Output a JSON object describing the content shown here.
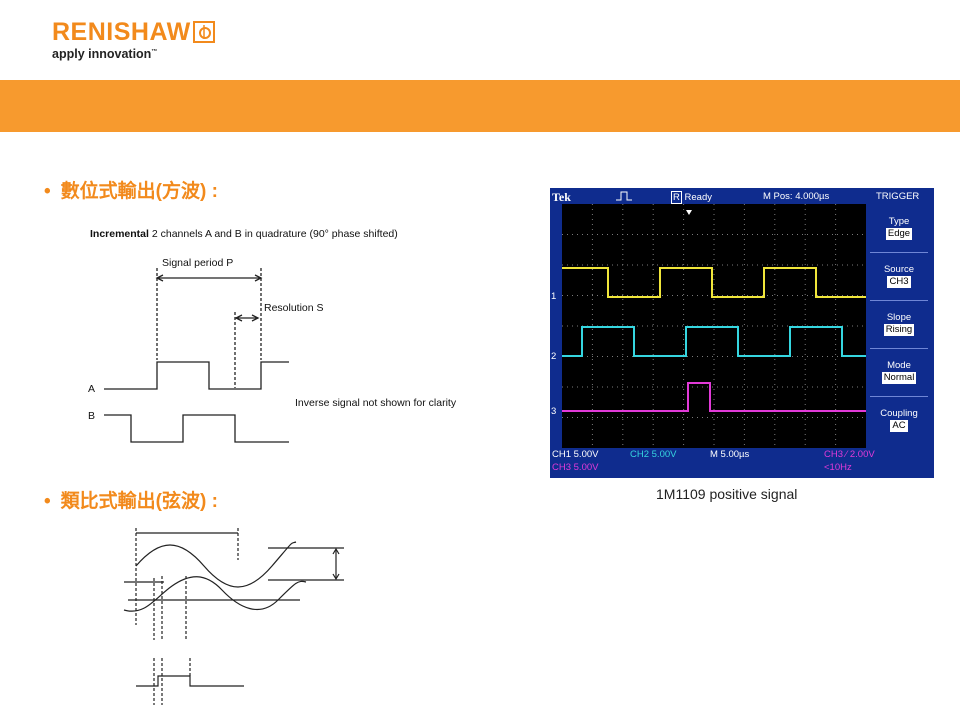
{
  "header": {
    "logo_text": "RENISHAW",
    "tagline": "apply innovation",
    "tagline_mark": "™",
    "brand_color": "#f28a1c",
    "bar_color": "#f79a2e"
  },
  "sections": {
    "digital": {
      "bullet": "•",
      "title": "數位式輸出(方波) :"
    },
    "analog": {
      "bullet": "•",
      "title": "類比式輸出(弦波) :"
    }
  },
  "digital_diagram": {
    "title_bold": "Incremental",
    "title_rest": " 2 channels A and B in quadrature (90° phase shifted)",
    "signal_period": "Signal period P",
    "resolution": "Resolution S",
    "channel_a": "A",
    "channel_b": "B",
    "note": "Inverse signal not shown for clarity"
  },
  "scope": {
    "brand": "Tek",
    "status_icon": "R",
    "status": "Ready",
    "mpos": "M Pos: 4.000µs",
    "menu_title": "TRIGGER",
    "menu": [
      {
        "label": "Type",
        "value": "Edge"
      },
      {
        "label": "Source",
        "value": "CH3"
      },
      {
        "label": "Slope",
        "value": "Rising"
      },
      {
        "label": "Mode",
        "value": "Normal"
      },
      {
        "label": "Coupling",
        "value": "AC"
      }
    ],
    "ch1": "CH1  5.00V",
    "ch2": "CH2  5.00V",
    "timebase": "M 5.00µs",
    "trig": "CH3  ∕  2.00V",
    "ch3": "CH3  5.00V",
    "freq": "<10Hz",
    "markers": [
      "1",
      "2",
      "3"
    ],
    "colors": {
      "ch1": "#f0e63a",
      "ch2": "#35d6e0",
      "ch3": "#e23ad8",
      "bezel": "#0f2c8e"
    }
  },
  "caption": "1M1109 positive signal"
}
